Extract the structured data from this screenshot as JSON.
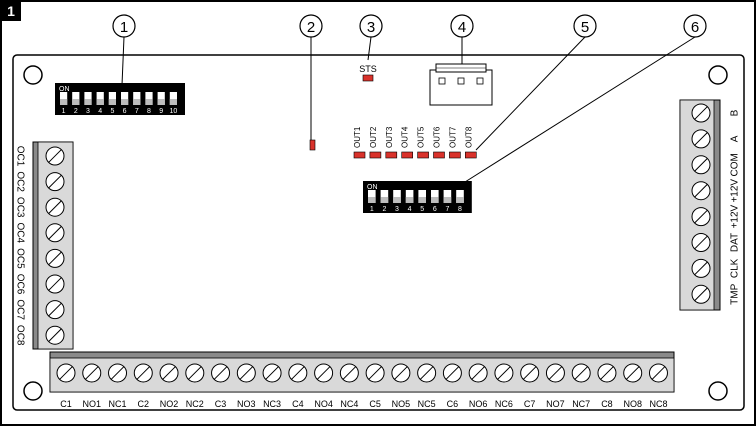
{
  "figure_number": "1",
  "callouts": [
    "1",
    "2",
    "3",
    "4",
    "5",
    "6"
  ],
  "sts_label": "STS",
  "dip1": {
    "on_label": "ON",
    "numbers": [
      "1",
      "2",
      "3",
      "4",
      "5",
      "6",
      "7",
      "8",
      "9",
      "10"
    ]
  },
  "dip2": {
    "on_label": "ON",
    "numbers": [
      "1",
      "2",
      "3",
      "4",
      "5",
      "6",
      "7",
      "8"
    ]
  },
  "out_leds": [
    "OUT1",
    "OUT2",
    "OUT3",
    "OUT4",
    "OUT5",
    "OUT6",
    "OUT7",
    "OUT8"
  ],
  "left_terminals": [
    "OC1",
    "OC2",
    "OC3",
    "OC4",
    "OC5",
    "OC6",
    "OC7",
    "OC8"
  ],
  "right_terminals": [
    "B",
    "A",
    "COM",
    "+12V",
    "+12V",
    "DAT",
    "CLK",
    "TMP"
  ],
  "bottom_terminals": [
    "C1",
    "NO1",
    "NC1",
    "C2",
    "NO2",
    "NC2",
    "C3",
    "NO3",
    "NC3",
    "C4",
    "NO4",
    "NC4",
    "C5",
    "NO5",
    "NC5",
    "C6",
    "NO6",
    "NC6",
    "C7",
    "NO7",
    "NC7",
    "C8",
    "NO8",
    "NC8"
  ],
  "colors": {
    "led": "#d9322b",
    "board_stroke": "#000000",
    "terminal_fill": "#d9d9d9",
    "terminal_dark": "#8a8a8a"
  }
}
